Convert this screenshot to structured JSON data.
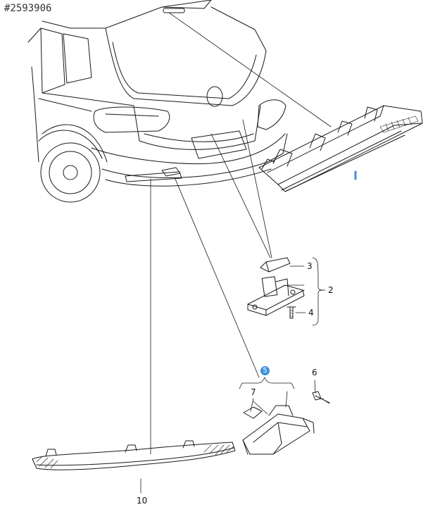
{
  "drawing_id": "#2593906",
  "callouts": {
    "c1": "1",
    "c2": "2",
    "c3": "3",
    "c4": "4",
    "c5": "5",
    "c6": "6",
    "c7": "7",
    "c10": "10"
  },
  "colors": {
    "line": "#1a1a1a",
    "highlight": "#3b8fe0"
  }
}
